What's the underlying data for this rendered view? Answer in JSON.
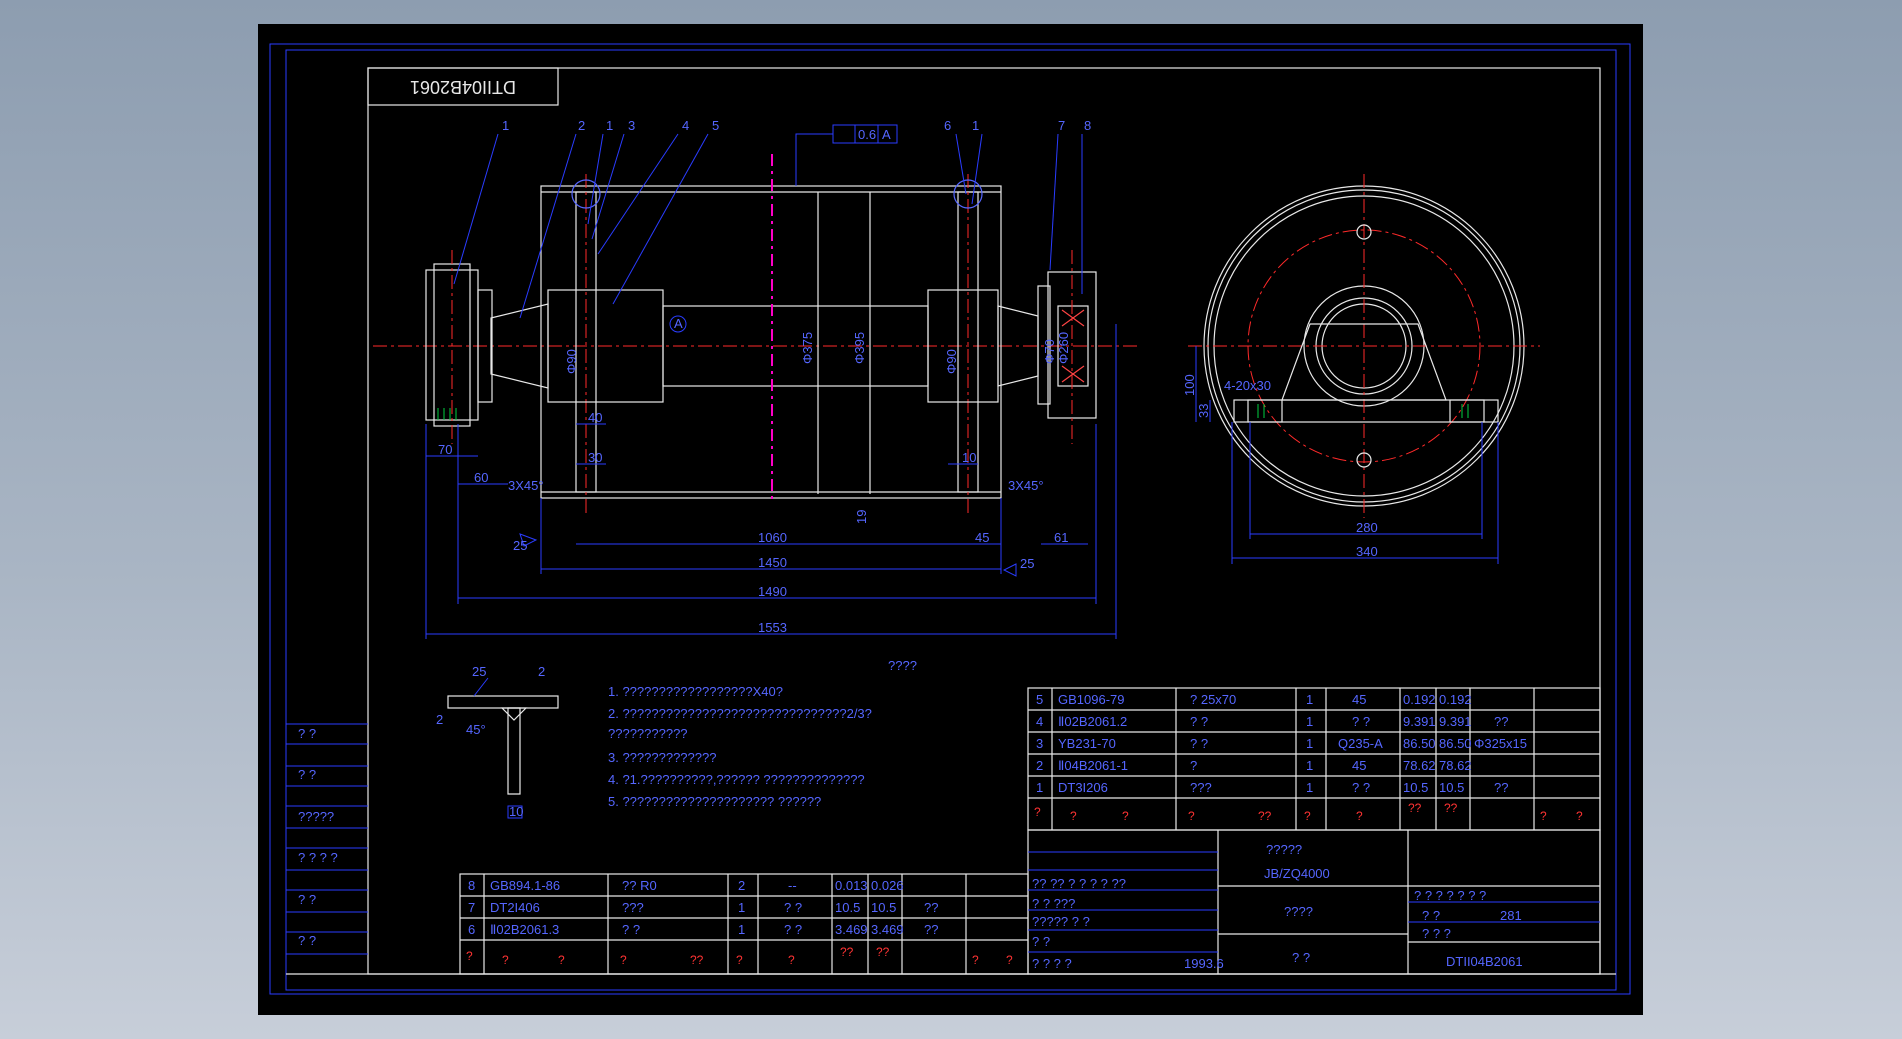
{
  "drawing": {
    "mirrored_code": "DTII04B2061",
    "code": "DTII04B2061",
    "standard": "JB/ZQ4000",
    "title_placeholder": "?????",
    "name_placeholder": "????",
    "unit_placeholder": "?  ?",
    "scale": "281",
    "year": "1993.6",
    "tech_req_title": "????"
  },
  "colors": {
    "sheet_bg": "#000000",
    "lines": "#2a3cff",
    "outline": "#e8e8e8",
    "centerline": "#ff2a2a",
    "hatch_marks": "#ff00c8"
  },
  "balloons": [
    "1",
    "2",
    "1",
    "3",
    "4",
    "5",
    "6",
    "1",
    "7",
    "8"
  ],
  "dimensions": {
    "d1060": "1060",
    "d1450": "1450",
    "d1490": "1490",
    "d1553": "1553",
    "d70": "70",
    "d60": "60",
    "d40": "40",
    "d30": "30",
    "d10": "10",
    "d45": "45",
    "d61": "61",
    "d19": "19",
    "chamfer_left": "3X45°",
    "chamfer_right": "3X45°",
    "d280": "280",
    "d340": "340",
    "d100": "100",
    "d33": "33",
    "holes": "4-20x30",
    "dia_90_a": "Φ90",
    "dia_90_b": "Φ90",
    "dia_70": "Φ70",
    "dia_260": "Φ260",
    "dia_shell_a": "Φ375",
    "dia_shell_b": "Φ395",
    "runout": "0.6",
    "runout_ref": "A",
    "datum": "A",
    "rough_a": "25",
    "rough_b": "25",
    "weld_a": "25",
    "weld_b": "2",
    "weld_angle": "45°",
    "weld_c": "2",
    "weld_d": "10"
  },
  "notes": [
    "1. ??????????????????X40?",
    "2. ???????????????????????????????2/3?",
    "     ???????????",
    "3. ?????????????",
    "4. ?1.??????????,??????    ??????????????",
    "5. ?????????????????????     ??????"
  ],
  "bom_upper": [
    {
      "no": "5",
      "code": "GB1096-79",
      "name": "?  25x70",
      "qty": "1",
      "mat": "45",
      "w1": "0.192",
      "w2": "0.192",
      "note": ""
    },
    {
      "no": "4",
      "code": "Ⅱ02B2061.2",
      "name": "?  ?",
      "qty": "1",
      "mat": "?  ?",
      "w1": "9.391",
      "w2": "9.391",
      "note": "??"
    },
    {
      "no": "3",
      "code": "YB231-70",
      "name": "?  ?",
      "qty": "1",
      "mat": "Q235-A",
      "w1": "86.50",
      "w2": "86.50",
      "note": "Φ325x15"
    },
    {
      "no": "2",
      "code": "Ⅱ04B2061-1",
      "name": "?",
      "qty": "1",
      "mat": "45",
      "w1": "78.62",
      "w2": "78.62",
      "note": ""
    },
    {
      "no": "1",
      "code": "DT3I206",
      "name": "???",
      "qty": "1",
      "mat": "?  ?",
      "w1": "10.5",
      "w2": "10.5",
      "note": "??"
    }
  ],
  "bom_lower": [
    {
      "no": "8",
      "code": "GB894.1-86",
      "name": "??  R0",
      "qty": "2",
      "mat": "--",
      "w1": "0.013",
      "w2": "0.026",
      "note": ""
    },
    {
      "no": "7",
      "code": "DT2I406",
      "name": "???",
      "qty": "1",
      "mat": "?  ?",
      "w1": "10.5",
      "w2": "10.5",
      "note": "??"
    },
    {
      "no": "6",
      "code": "Ⅱ02B2061.3",
      "name": "?  ?",
      "qty": "1",
      "mat": "?  ?",
      "w1": "3.469",
      "w2": "3.469",
      "note": "??"
    }
  ],
  "bom_header_q": [
    "?",
    "?",
    "?",
    "?",
    "??",
    "?",
    "?",
    "??",
    "??",
    "?",
    "?"
  ],
  "side_labels": [
    "?    ?",
    "?    ?",
    "?????",
    "? ? ? ?",
    "?    ?",
    "?    ?"
  ],
  "title_left_rows": [
    "?? ?? ?  ?  ?  ?  ??",
    "?  ?           ???",
    "?????           ?  ?",
    "?  ?",
    "?  ?           ?  ?"
  ],
  "title_right_rows": [
    "?   ?   ?   ?   ?   ?   ?",
    "?      ?",
    "?      ?      ?"
  ]
}
